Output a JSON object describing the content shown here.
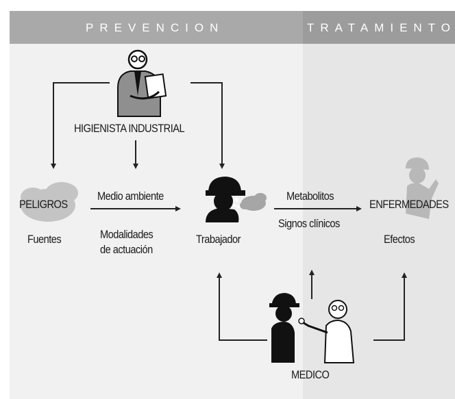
{
  "sections": {
    "prevencion": "PREVENCION",
    "tratamiento": "TRATAMIENTO"
  },
  "roles": {
    "higienista": "HIGIENISTA INDUSTRIAL",
    "medico": "MEDICO",
    "trabajador": "Trabajador"
  },
  "nodes": {
    "peligros": "PELIGROS",
    "fuentes": "Fuentes",
    "enfermedades": "ENFERMEDADES",
    "efectos": "Efectos"
  },
  "flows": {
    "medio_ambiente": "Medio ambiente",
    "modalidades_1": "Modalidades",
    "modalidades_2": "de actuación",
    "metabolitos": "Metabolitos",
    "signos": "Signos clínicos"
  },
  "colors": {
    "header_band": "#a8a8a8",
    "prevention_bg": "#f1f1f1",
    "treatment_bg": "#e6e6e6",
    "line": "#222222",
    "figure_dark": "#111111",
    "figure_grey": "#9a9a9a"
  }
}
